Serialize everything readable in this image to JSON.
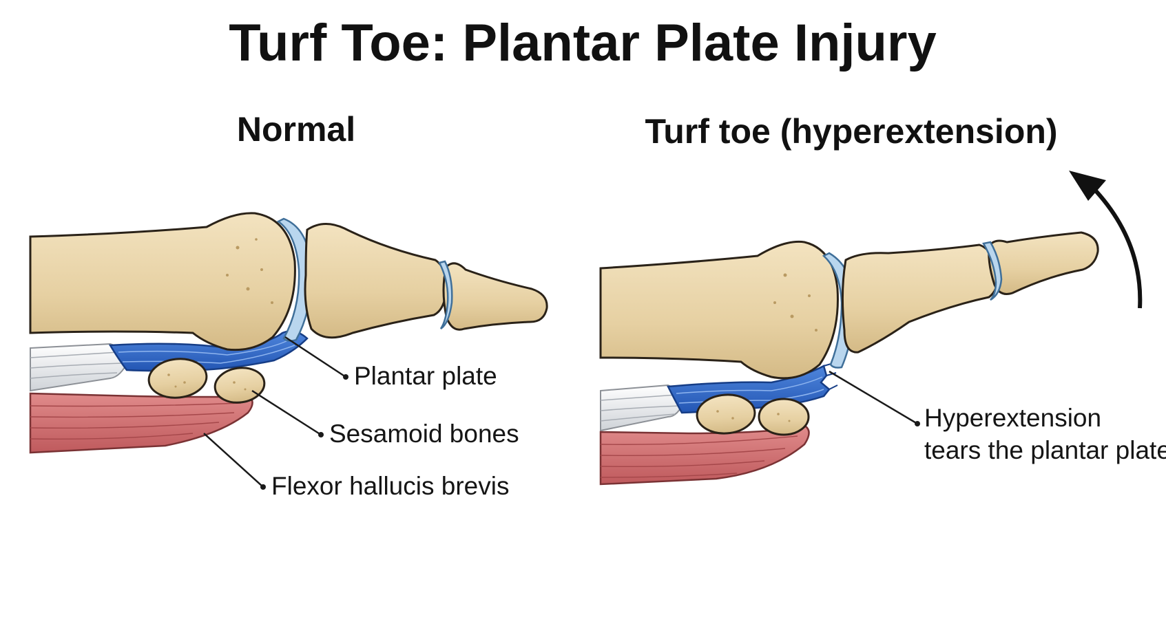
{
  "title": "Turf Toe: Plantar Plate Injury",
  "panels": {
    "normal": {
      "heading": "Normal",
      "labels": {
        "plantar_plate": "Plantar plate",
        "sesamoid_bones": "Sesamoid bones",
        "flexor": "Flexor hallucis brevis"
      }
    },
    "injured": {
      "heading": "Turf toe (hyperextension)",
      "labels": {
        "line1": "Hyperextension",
        "line2": "tears the plantar plate"
      }
    }
  },
  "colors": {
    "bone": "#ead6ad",
    "bone_shade": "#d8bf8c",
    "cartilage": "#b9d6ee",
    "plantar_plate": "#2f64c4",
    "muscle": "#cc6a6c",
    "tendon": "#eeeeee"
  }
}
